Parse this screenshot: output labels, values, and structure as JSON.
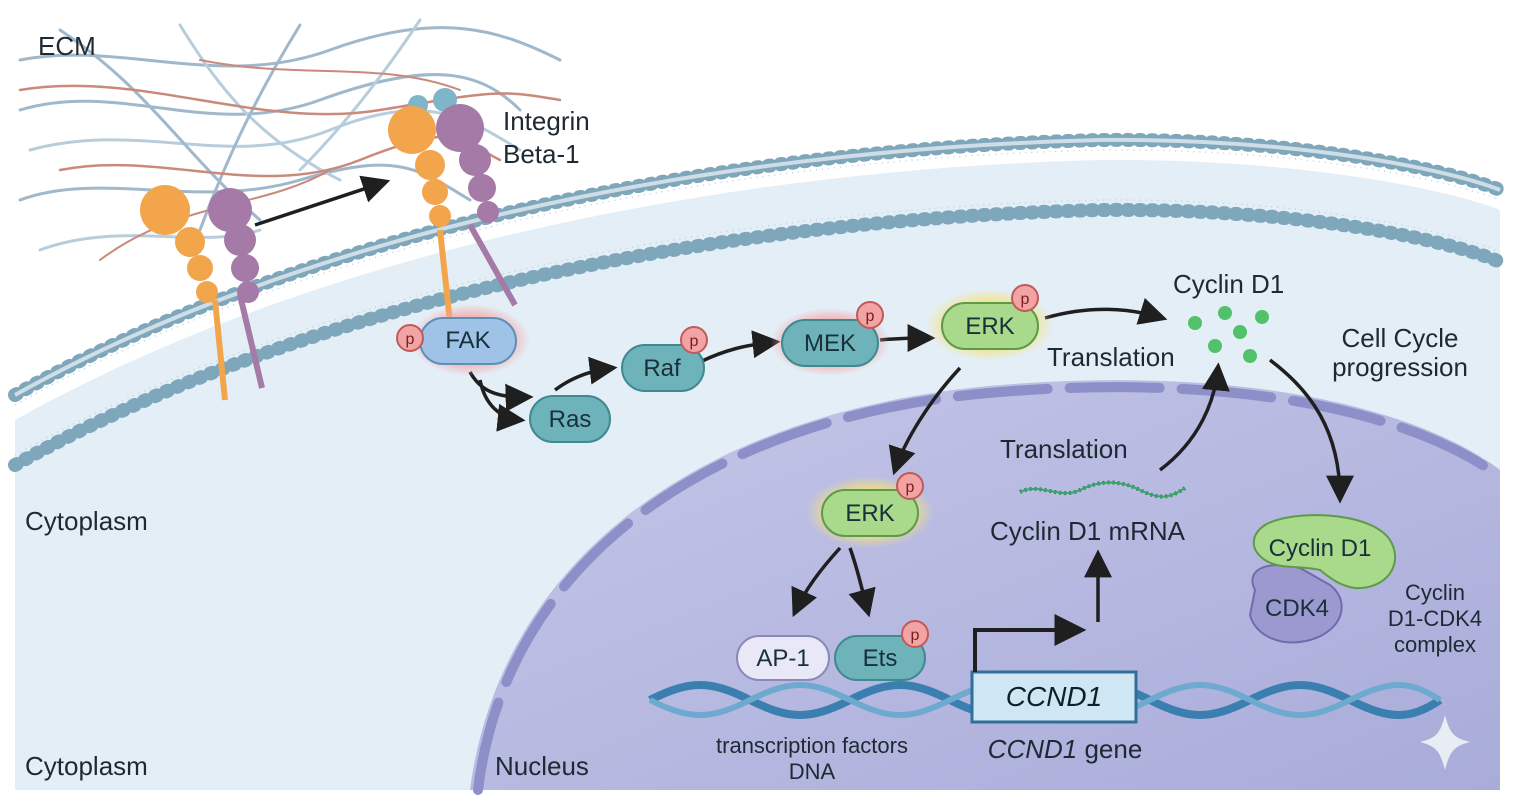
{
  "regions": {
    "ecm": "ECM",
    "cytoplasm_top": "Cytoplasm",
    "cytoplasm_bottom": "Cytoplasm",
    "nucleus": "Nucleus"
  },
  "receptor": {
    "line1": "Integrin",
    "line2": "Beta-1"
  },
  "phospho_label": "p",
  "proteins": {
    "fak": "FAK",
    "ras": "Ras",
    "raf": "Raf",
    "mek": "MEK",
    "erk_cyto": "ERK",
    "erk_nuc": "ERK",
    "ap1": "AP-1",
    "ets": "Ets"
  },
  "labels": {
    "cyclin_d1": "Cyclin D1",
    "translation_top": "Translation",
    "translation_nuc": "Translation",
    "cell_cycle_line1": "Cell Cycle",
    "cell_cycle_line2": "progression",
    "mrna": "Cyclin D1 mRNA",
    "tf_line1": "transcription factors",
    "tf_line2": "DNA",
    "gene_box": "CCND1",
    "gene_caption_italic": "CCND1",
    "gene_caption_rest": " gene"
  },
  "complex": {
    "cyclin": "Cyclin D1",
    "cdk": "CDK4",
    "caption_line1": "Cyclin",
    "caption_line2": "D1-CDK4",
    "caption_line3": "complex"
  },
  "colors": {
    "cytoplasm": "#e4eef7",
    "nucleus": "#b7b9e0",
    "membrane_head": "#7fa7bb",
    "integrin_orange": "#f3a54c",
    "integrin_purple": "#a57aa6",
    "node_blue": "#9ec3e6",
    "node_teal": "#6fb3ba",
    "node_green": "#a9d98a",
    "phospho_pink": "#f2a3a3",
    "dna": "#3b7fb0"
  }
}
